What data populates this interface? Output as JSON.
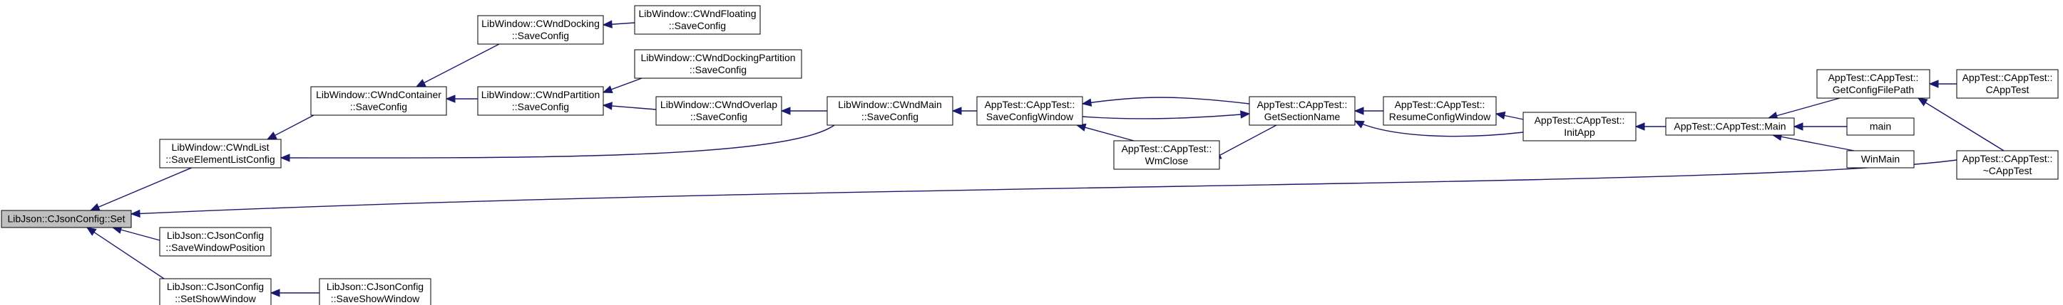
{
  "diagram": {
    "type": "call-graph",
    "colors": {
      "edge": "#191970",
      "node_fill": "#ffffff",
      "root_fill": "#bfbfbf",
      "border": "#000000"
    },
    "nodes": [
      {
        "id": "set",
        "lines": [
          "LibJson::CJsonConfig::Set"
        ],
        "root": true
      },
      {
        "id": "saveElementListConfig",
        "lines": [
          "LibWindow::CWndList",
          "::SaveElementListConfig"
        ]
      },
      {
        "id": "saveWindowPosition",
        "lines": [
          "LibJson::CJsonConfig",
          "::SaveWindowPosition"
        ]
      },
      {
        "id": "setShowWindow",
        "lines": [
          "LibJson::CJsonConfig",
          "::SetShowWindow"
        ]
      },
      {
        "id": "saveShowWindow",
        "lines": [
          "LibJson::CJsonConfig",
          "::SaveShowWindow"
        ]
      },
      {
        "id": "containerSaveConfig",
        "lines": [
          "LibWindow::CWndContainer",
          "::SaveConfig"
        ]
      },
      {
        "id": "dockingSaveConfig",
        "lines": [
          "LibWindow::CWndDocking",
          "::SaveConfig"
        ]
      },
      {
        "id": "floatingSaveConfig",
        "lines": [
          "LibWindow::CWndFloating",
          "::SaveConfig"
        ]
      },
      {
        "id": "partitionSaveConfig",
        "lines": [
          "LibWindow::CWndPartition",
          "::SaveConfig"
        ]
      },
      {
        "id": "dockingPartitionSaveConfig",
        "lines": [
          "LibWindow::CWndDockingPartition",
          "::SaveConfig"
        ]
      },
      {
        "id": "overlapSaveConfig",
        "lines": [
          "LibWindow::CWndOverlap",
          "::SaveConfig"
        ]
      },
      {
        "id": "mainSaveConfig",
        "lines": [
          "LibWindow::CWndMain",
          "::SaveConfig"
        ]
      },
      {
        "id": "saveConfigWindow",
        "lines": [
          "AppTest::CAppTest::",
          "SaveConfigWindow"
        ]
      },
      {
        "id": "wmClose",
        "lines": [
          "AppTest::CAppTest::",
          "WmClose"
        ]
      },
      {
        "id": "getSectionName",
        "lines": [
          "AppTest::CAppTest::",
          "GetSectionName"
        ]
      },
      {
        "id": "resumeConfigWindow",
        "lines": [
          "AppTest::CAppTest::",
          "ResumeConfigWindow"
        ]
      },
      {
        "id": "initApp",
        "lines": [
          "AppTest::CAppTest::",
          "InitApp"
        ]
      },
      {
        "id": "appMain",
        "lines": [
          "AppTest::CAppTest::Main"
        ]
      },
      {
        "id": "getConfigFilePath",
        "lines": [
          "AppTest::CAppTest::",
          "GetConfigFilePath"
        ]
      },
      {
        "id": "ctor",
        "lines": [
          "AppTest::CAppTest::",
          "CAppTest"
        ]
      },
      {
        "id": "dtor",
        "lines": [
          "AppTest::CAppTest::",
          "~CAppTest"
        ]
      },
      {
        "id": "main",
        "lines": [
          "main"
        ]
      },
      {
        "id": "winMain",
        "lines": [
          "WinMain"
        ]
      }
    ],
    "edges": [
      {
        "from": "saveElementListConfig",
        "to": "set"
      },
      {
        "from": "saveWindowPosition",
        "to": "set"
      },
      {
        "from": "setShowWindow",
        "to": "set"
      },
      {
        "from": "dtor",
        "to": "set"
      },
      {
        "from": "containerSaveConfig",
        "to": "saveElementListConfig"
      },
      {
        "from": "mainSaveConfig",
        "to": "saveElementListConfig"
      },
      {
        "from": "saveShowWindow",
        "to": "setShowWindow"
      },
      {
        "from": "dockingSaveConfig",
        "to": "containerSaveConfig"
      },
      {
        "from": "partitionSaveConfig",
        "to": "containerSaveConfig"
      },
      {
        "from": "floatingSaveConfig",
        "to": "dockingSaveConfig"
      },
      {
        "from": "dockingPartitionSaveConfig",
        "to": "partitionSaveConfig"
      },
      {
        "from": "overlapSaveConfig",
        "to": "partitionSaveConfig"
      },
      {
        "from": "mainSaveConfig",
        "to": "overlapSaveConfig"
      },
      {
        "from": "saveConfigWindow",
        "to": "mainSaveConfig"
      },
      {
        "from": "getSectionName",
        "to": "saveConfigWindow"
      },
      {
        "from": "saveConfigWindow",
        "to": "getSectionName"
      },
      {
        "from": "wmClose",
        "to": "saveConfigWindow"
      },
      {
        "from": "getSectionName",
        "to": "wmClose"
      },
      {
        "from": "resumeConfigWindow",
        "to": "getSectionName"
      },
      {
        "from": "initApp",
        "to": "getSectionName"
      },
      {
        "from": "initApp",
        "to": "resumeConfigWindow"
      },
      {
        "from": "appMain",
        "to": "initApp"
      },
      {
        "from": "getConfigFilePath",
        "to": "appMain"
      },
      {
        "from": "main",
        "to": "appMain"
      },
      {
        "from": "winMain",
        "to": "appMain"
      },
      {
        "from": "ctor",
        "to": "getConfigFilePath"
      },
      {
        "from": "dtor",
        "to": "getConfigFilePath"
      }
    ]
  }
}
